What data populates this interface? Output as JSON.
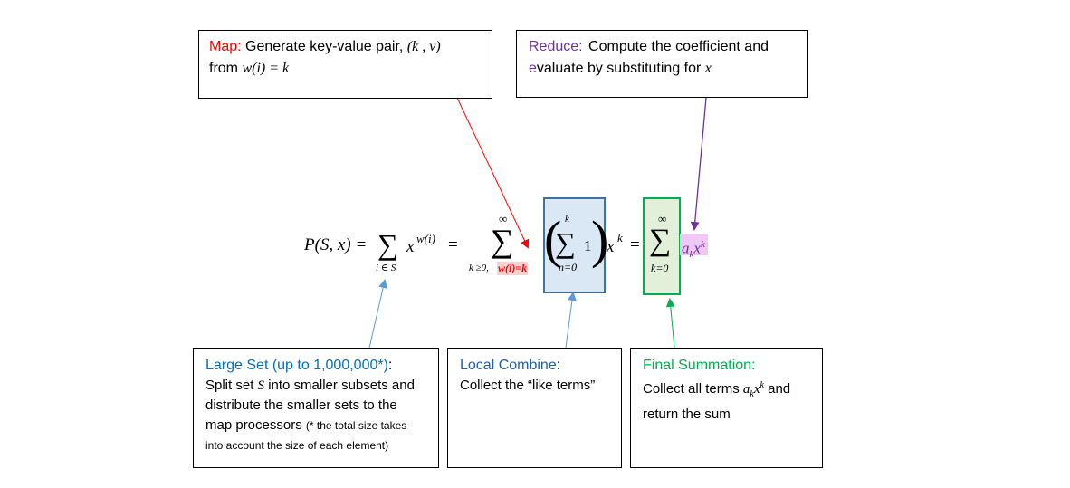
{
  "colors": {
    "map": "#ff0000",
    "reduce": "#7030a0",
    "large_set": "#0070c0",
    "local_combine": "#1f5fa8",
    "final": "#00b050",
    "blue_box_fill": "#dae8f5",
    "blue_box_border": "#41719c",
    "green_box_fill": "#e2f0d9",
    "green_box_border": "#00b050",
    "highlight_red": "#ffd0d0",
    "highlight_purple": "#efc8f5",
    "arrow_blue": "#5b9bd5"
  },
  "map_box": {
    "title": "Map:",
    "text": "Generate key-value pair,",
    "pair": "(k , v)",
    "line2_prefix": "from",
    "line2_math": "w(i) = k"
  },
  "reduce_box": {
    "title": "Reduce:",
    "text1": "Compute the coefficient and",
    "e_letter": "e",
    "text2": "valuate by substituting for",
    "var": "x"
  },
  "large_set_box": {
    "title": "Large Set (up to 1,000,000*)",
    "colon": ":",
    "line1a": "Split set",
    "line1_var": "S",
    "line1b": "into smaller subsets and",
    "line2": "distribute the smaller sets to the",
    "line3": "map processors",
    "note1": "(* the total size takes",
    "note2": "into account the size of each element)"
  },
  "local_combine_box": {
    "title": "Local Combine",
    "colon": ":",
    "text": "Collect the “like terms”"
  },
  "final_box": {
    "title": "Final Summation:",
    "text1a": "Collect all terms",
    "text1_math": "a",
    "text1_sub": "k",
    "text1_x": "x",
    "text1_sup": "k",
    "text1b": "and",
    "text2": "return the sum"
  },
  "equation": {
    "lhs": "P(S, x) =",
    "sigma": "∑",
    "sum1_lower": "i ∈ S",
    "x": "x",
    "sup1": "w(i)",
    "eq": "=",
    "infty": "∞",
    "sum2_lower_a": "k ≥0,",
    "sum2_lower_b": "w(i)=k",
    "inner_upper": "k",
    "one": "1",
    "inner_lower": "n=0",
    "lparen": "(",
    "rparen": ")",
    "sup_k": "k",
    "sum3_lower": "k=0",
    "ak": "a",
    "ak_sub": "k",
    "ak_x": "x",
    "ak_sup": "k"
  }
}
